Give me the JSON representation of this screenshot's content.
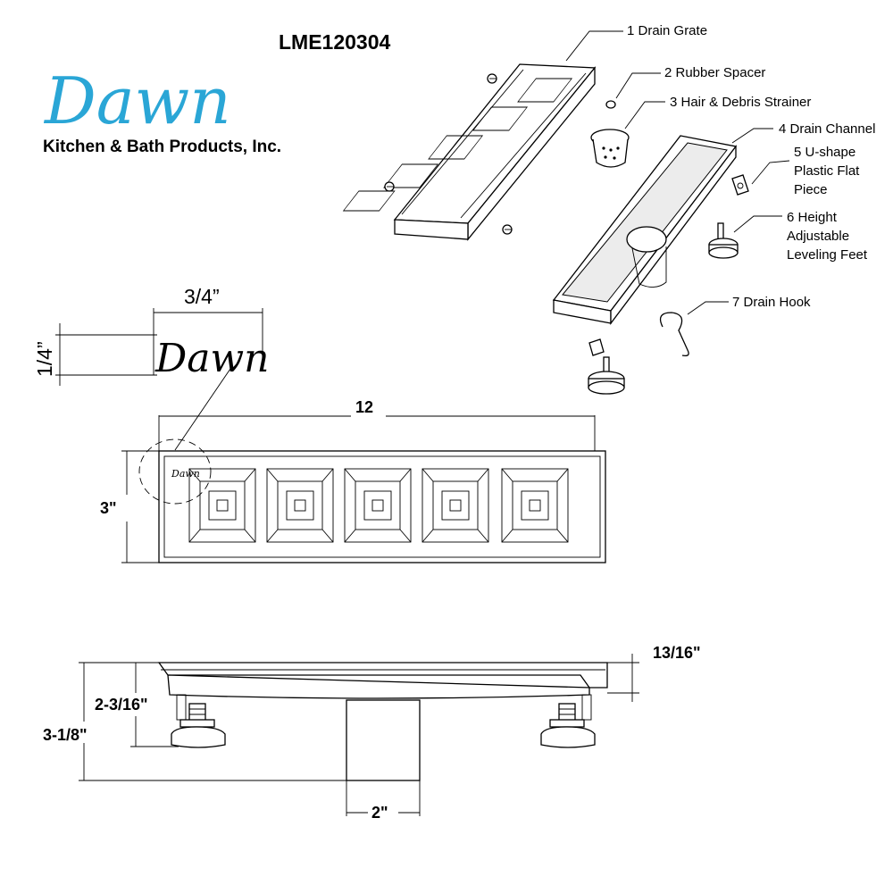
{
  "header": {
    "model_number": "LME120304",
    "brand_logo": "Dawn",
    "company_name": "Kitchen & Bath Products, Inc."
  },
  "parts": [
    {
      "label": "1 Drain Grate"
    },
    {
      "label": "2 Rubber Spacer"
    },
    {
      "label": "3 Hair & Debris Strainer"
    },
    {
      "label": "4 Drain Channel"
    },
    {
      "lines": [
        "5 U-shape",
        "Plastic Flat",
        "Piece"
      ]
    },
    {
      "lines": [
        "6 Height",
        "Adjustable",
        "Leveling Feet"
      ]
    },
    {
      "label": "7 Drain Hook"
    }
  ],
  "logo_detail": {
    "width": "3/4”",
    "height": "1/4”",
    "logo_text": "Dawn",
    "grate_logo_text": "Dawn"
  },
  "top_view": {
    "length": "12",
    "width": "3\""
  },
  "side_view": {
    "channel_depth": "13/16\"",
    "min_height": "2-3/16\"",
    "max_height": "3-1/8\"",
    "outlet_width": "2\""
  }
}
